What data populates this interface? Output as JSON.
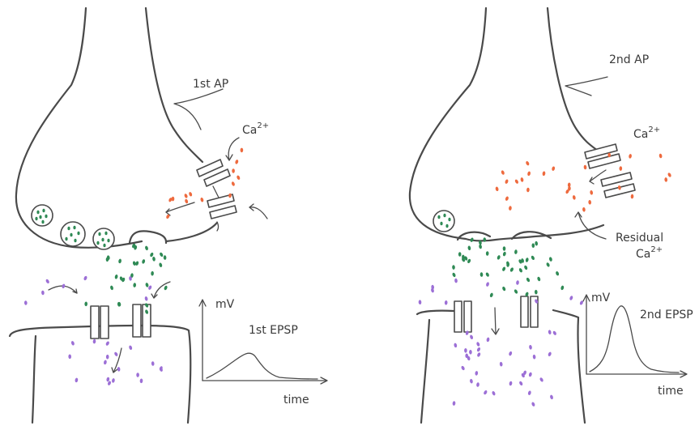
{
  "colors": {
    "outline": "#4a4a4a",
    "calcium": "#ee6a3e",
    "transmitter": "#2f8a55",
    "receptor_ion": "#9c6fd6",
    "background": "#ffffff"
  },
  "panels": {
    "left": {
      "ap_label": "1st AP",
      "ca_label": "Ca",
      "ca_superscript": "2+",
      "epsp_label": "1st EPSP",
      "y_axis_label": "mV",
      "x_axis_label": "time"
    },
    "right": {
      "ap_label": "2nd AP",
      "ca_label": "Ca",
      "ca_superscript": "2+",
      "residual_label": "Residual",
      "residual_ca_label": "Ca",
      "residual_ca_superscript": "2+",
      "epsp_label": "2nd EPSP",
      "y_axis_label": "mV",
      "x_axis_label": "time"
    }
  }
}
